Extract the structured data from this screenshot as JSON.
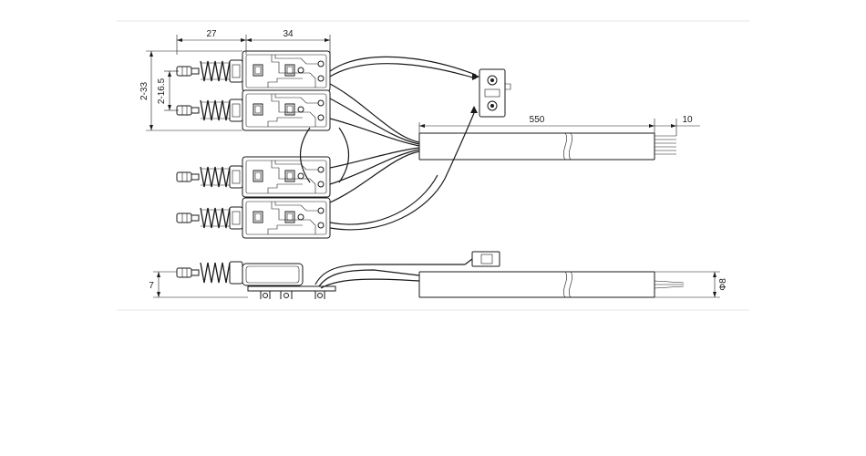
{
  "diagram": {
    "dimensions": {
      "switch_width": "27",
      "block_width": "34",
      "pitch_outer": "2-33",
      "pitch_inner": "2-16.5",
      "cable_length": "550",
      "strip_length": "10",
      "side_height": "7",
      "cable_diameter": "Φ8"
    },
    "colors": {
      "line": "#1a1a1a",
      "frame": "#e6e6e6",
      "background": "#ffffff"
    }
  }
}
